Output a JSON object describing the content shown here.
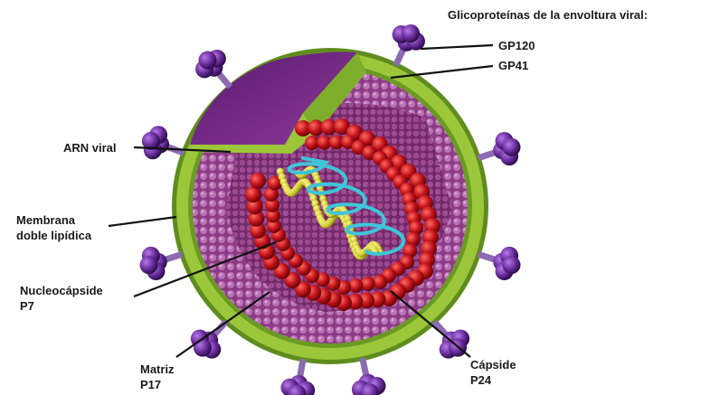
{
  "heading": "Glicoproteínas de la envoltura viral:",
  "labels": {
    "gp120": "GP120",
    "gp41": "GP41",
    "arn": "ARN viral",
    "membrana": [
      "Membrana",
      "doble lipídica"
    ],
    "nucleocapside": [
      "Nucleocápside",
      "P7"
    ],
    "matriz": [
      "Matriz",
      "P17"
    ],
    "capside": [
      "Cápside",
      "P24"
    ]
  },
  "colors": {
    "envelope": "#9cc73a",
    "envelope_dark": "#5f8c1e",
    "knob": "#6a2c9c",
    "stalk": "#8d6bb0",
    "matrix": "#b06aae",
    "capsid": "#c2121a",
    "nucleocapsid": "#d4d23a",
    "rna": "#3fc4d8",
    "interior": "#7d2d70",
    "line": "#111111"
  }
}
